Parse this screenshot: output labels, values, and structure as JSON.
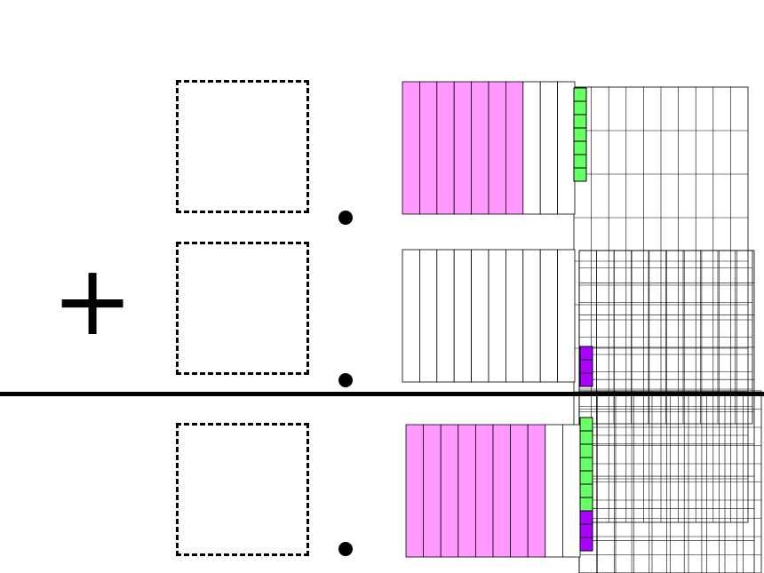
{
  "problem": {
    "operator_symbol": "+",
    "colors": {
      "tenths_fill": "#ff99ff",
      "hundredths_green": "#66ff66",
      "hundredths_purple": "#aa00ff",
      "grid_line": "#000000"
    },
    "addends": [
      {
        "name": "first-addend",
        "ones": 0,
        "tenths_shaded": 7,
        "green_hundredths": 7,
        "purple_hundredths": 0
      },
      {
        "name": "second-addend",
        "ones": 0,
        "tenths_shaded": 0,
        "green_hundredths": 0,
        "purple_hundredths": 3
      }
    ],
    "sum": {
      "name": "sum",
      "ones": 0,
      "tenths_shaded": 8,
      "green_hundredths": 7,
      "purple_hundredths": 3
    }
  }
}
